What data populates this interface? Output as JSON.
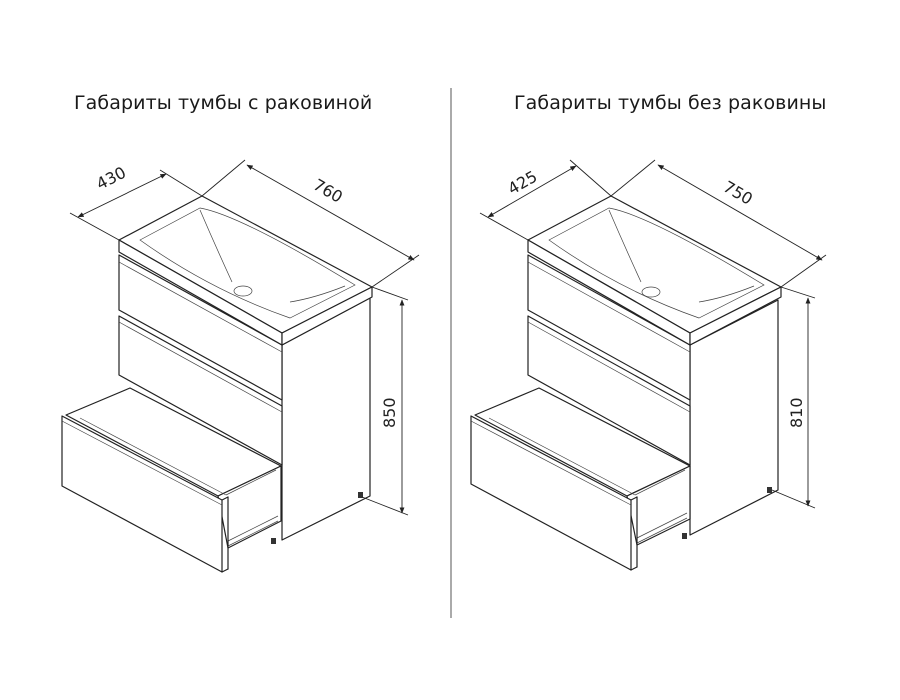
{
  "titles": {
    "with_sink": "Габариты тумбы с раковиной",
    "without_sink": "Габариты тумбы без раковины"
  },
  "dimensions": {
    "with_sink": {
      "depth": "430",
      "width": "760",
      "height": "850"
    },
    "without_sink": {
      "depth": "425",
      "width": "750",
      "height": "810"
    }
  }
}
